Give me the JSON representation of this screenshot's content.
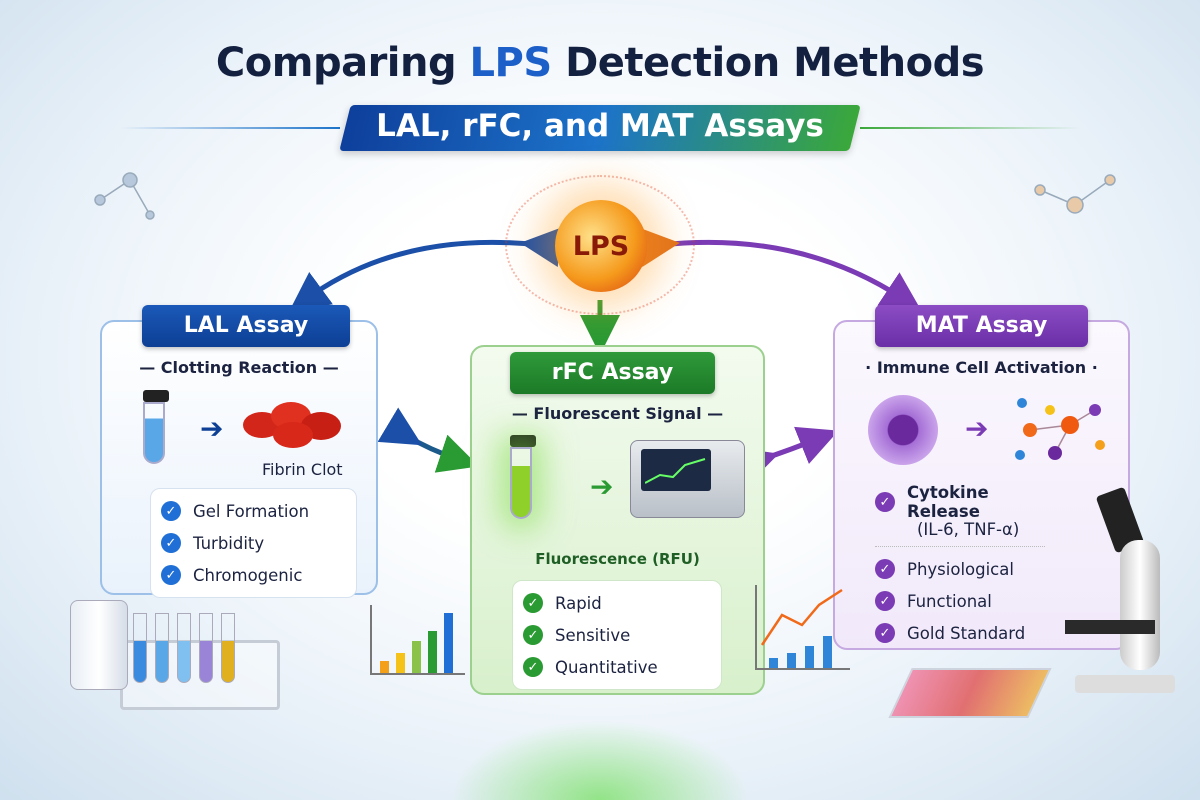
{
  "title": {
    "prefix": "Comparing ",
    "highlight": "LPS",
    "suffix": " Detection Methods"
  },
  "subtitle": "LAL, rFC, and MAT Assays",
  "center": {
    "label": "LPS"
  },
  "lal": {
    "header": "LAL Assay",
    "section": "Clotting Reaction",
    "result": "Fibrin Clot",
    "items": [
      "Gel Formation",
      "Turbidity",
      "Chromogenic"
    ],
    "color": "#0d3f95"
  },
  "rfc": {
    "header": "rFC Assay",
    "section": "Fluorescent Signal",
    "result": "Fluorescence (RFU)",
    "items": [
      "Rapid",
      "Sensitive",
      "Quantitative"
    ],
    "color": "#1c7a27"
  },
  "mat": {
    "header": "MAT Assay",
    "section": "Immune Cell Activation",
    "items": [
      "Cytokine Release",
      "Physiological",
      "Functional",
      "Gold Standard"
    ],
    "cytokines": "(IL-6, TNF-α)",
    "color": "#6a2ea6"
  },
  "icons": {
    "check": "✓",
    "arrow": "➔"
  }
}
